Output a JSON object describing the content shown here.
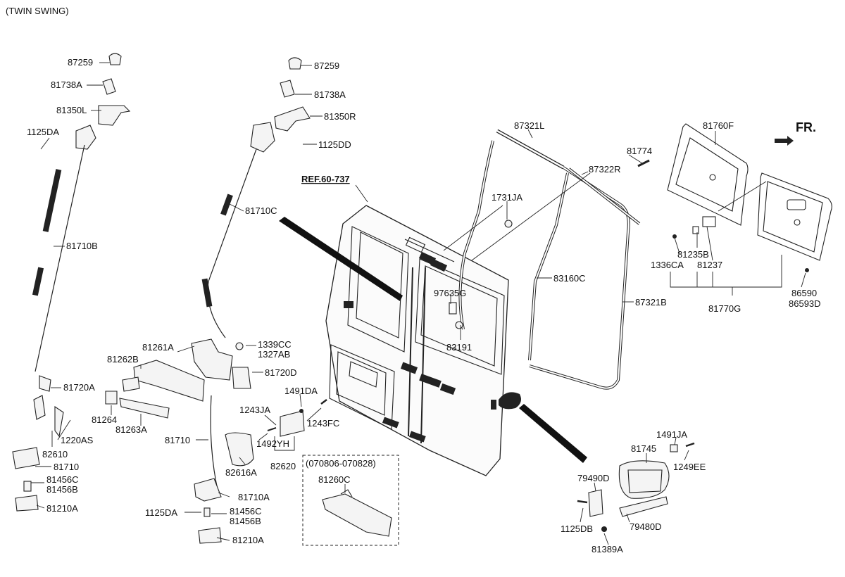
{
  "header": {
    "variant": "(TWIN SWING)"
  },
  "reference": "REF.60-737",
  "direction": "FR.",
  "subassembly_box": {
    "range": "(070806-070828)",
    "part": "81260C"
  },
  "parts": {
    "p87259_l": "87259",
    "p81738a_l": "81738A",
    "p81350l": "81350L",
    "p1125da_l": "1125DA",
    "p81710b": "81710B",
    "p81720a": "81720A",
    "p1220as": "1220AS",
    "p82610": "82610",
    "p81710_l": "81710",
    "p81456c_l": "81456C",
    "p81456b_l": "81456B",
    "p81210a_l": "81210A",
    "p87259_r": "87259",
    "p81738a_r": "81738A",
    "p81350r": "81350R",
    "p1125dd": "1125DD",
    "p81710c": "81710C",
    "p81261a": "81261A",
    "p81262b": "81262B",
    "p81264": "81264",
    "p81263a": "81263A",
    "p1339cc": "1339CC",
    "p1327ab": "1327AB",
    "p81720d": "81720D",
    "p1491da": "1491DA",
    "p1243ja": "1243JA",
    "p1243fc": "1243FC",
    "p1492yh": "1492YH",
    "p81710_m": "81710",
    "p82616a": "82616A",
    "p82620": "82620",
    "p81710a": "81710A",
    "p1125da_m": "1125DA",
    "p81456c_m": "81456C",
    "p81456b_m": "81456B",
    "p81210a_m": "81210A",
    "p87321l": "87321L",
    "p81774": "81774",
    "p87322r": "87322R",
    "p1731ja": "1731JA",
    "p97635g": "97635G",
    "p83191": "83191",
    "p83160c": "83160C",
    "p87321b": "87321B",
    "p81760f": "81760F",
    "p1336ca": "1336CA",
    "p81235b": "81235B",
    "p81237": "81237",
    "p86590": "86590",
    "p86593d": "86593D",
    "p81770g": "81770G",
    "p1491ja": "1491JA",
    "p81745": "81745",
    "p1249ee": "1249EE",
    "p79490d": "79490D",
    "p1125db": "1125DB",
    "p79480d": "79480D",
    "p81389a": "81389A"
  }
}
